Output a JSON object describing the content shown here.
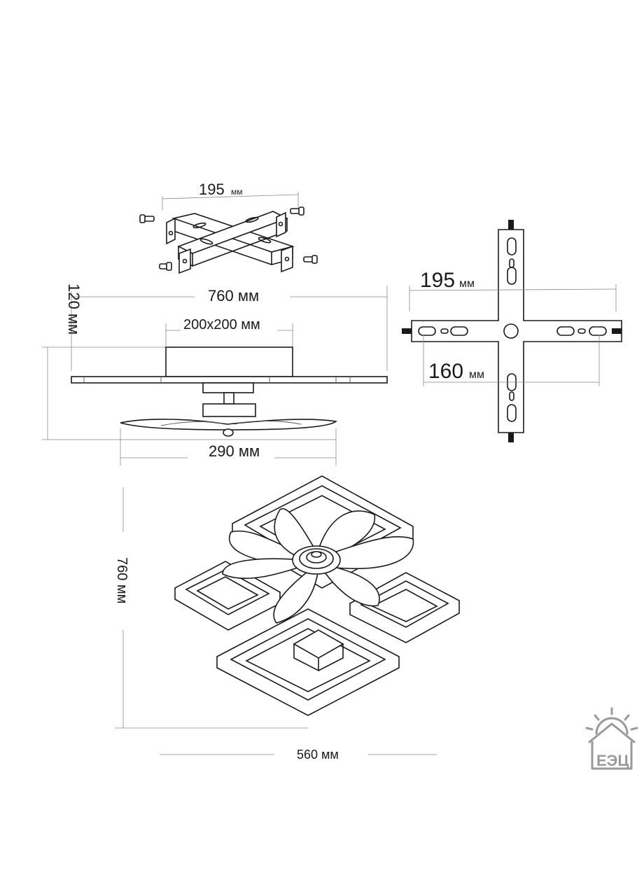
{
  "labels": {
    "bracket_width_num": "195",
    "bracket_width_unit": "мм",
    "plate_width_num": "195",
    "plate_width_unit": "мм",
    "plate_spacing_num": "160",
    "plate_spacing_unit": "мм",
    "side_width": "760 мм",
    "side_height": "120 мм",
    "base_size": "200x200 мм",
    "fan_diameter": "290 мм",
    "top_height": "760 мм",
    "top_width": "560 мм"
  },
  "logo": {
    "text": "EЭЦ"
  }
}
